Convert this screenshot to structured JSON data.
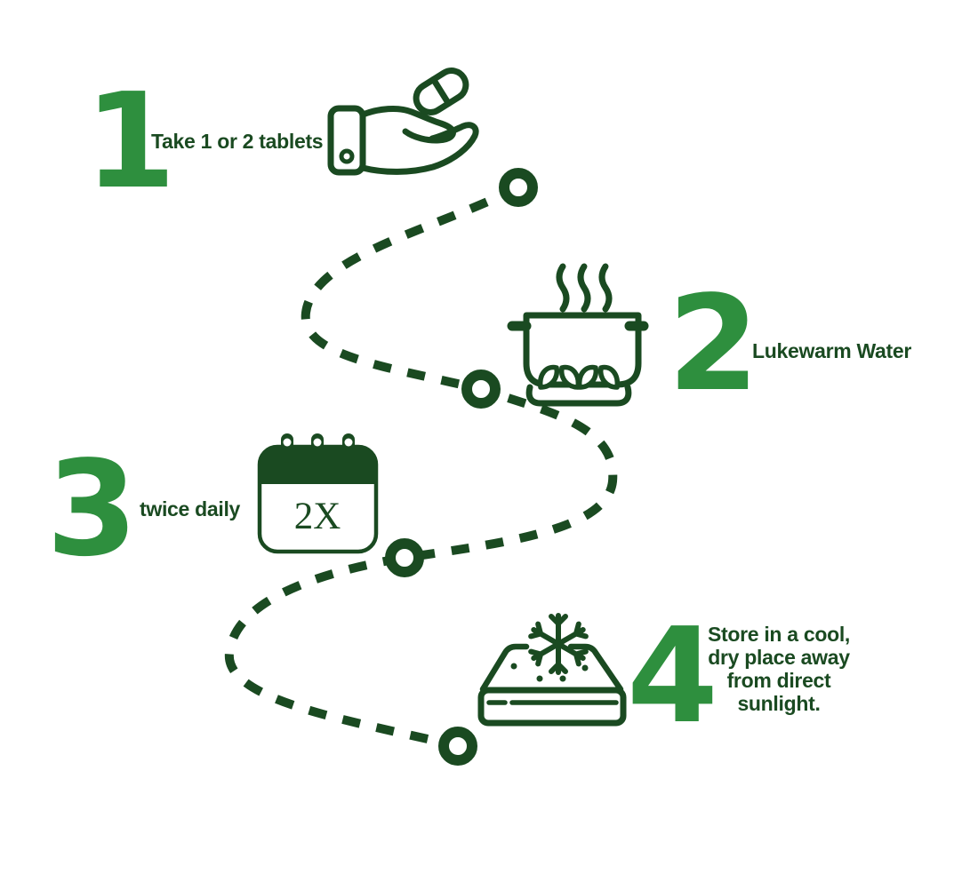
{
  "title": "Medication dosage instructions infographic",
  "colors": {
    "background": "#ffffff",
    "dark_green": "#1a4a21",
    "bright_green": "#2e8f3e"
  },
  "steps": [
    {
      "number": "1",
      "label": "Take 1 or 2 tablets",
      "icon": "hand-with-pill-icon"
    },
    {
      "number": "2",
      "label": "Lukewarm Water",
      "icon": "boiling-pot-icon"
    },
    {
      "number": "3",
      "label": "twice daily",
      "icon": "calendar-icon",
      "icon_text": "2X"
    },
    {
      "number": "4",
      "label": "Store in a cool, dry place away from direct sunlight.",
      "icon": "cold-storage-icon"
    }
  ]
}
